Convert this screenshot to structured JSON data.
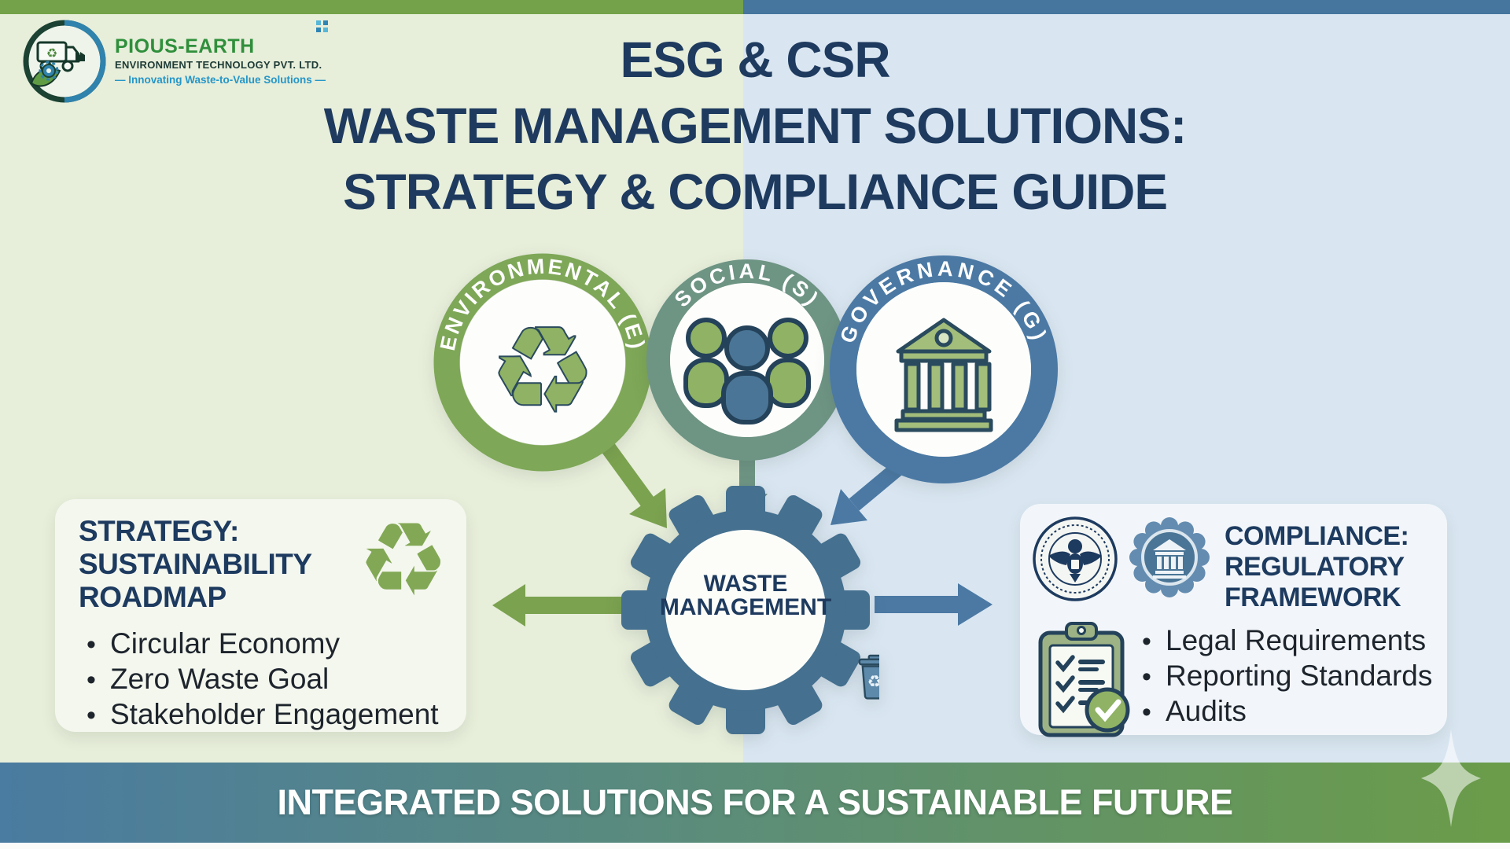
{
  "brand": {
    "name": "PIOUS-EARTH",
    "subtitle": "ENVIRONMENT TECHNOLOGY PVT. LTD.",
    "tagline": "— Innovating Waste-to-Value Solutions —"
  },
  "title": {
    "line1": "ESG & CSR",
    "line2": "WASTE MANAGEMENT SOLUTIONS:",
    "line3": "STRATEGY & COMPLIANCE GUIDE"
  },
  "esg": {
    "environmental": {
      "label": "ENVIRONMENTAL (E)",
      "icon": "recycle-icon",
      "ring_color": "#7ea757"
    },
    "social": {
      "label": "SOCIAL (S)",
      "icon": "people-icon",
      "ring_color": "#6e9484"
    },
    "governance": {
      "label": "GOVERNANCE (G)",
      "icon": "bank-icon",
      "ring_color": "#4b79a4"
    }
  },
  "hub": {
    "line1": "WASTE",
    "line2": "MANAGEMENT",
    "icons": [
      "trash-bin-icon",
      "compost-bin-icon",
      "recycle-loop-icon"
    ],
    "gear_color": "#45708f"
  },
  "strategy_box": {
    "heading1": "STRATEGY:",
    "heading2": "SUSTAINABILITY",
    "heading3": "ROADMAP",
    "bullets": [
      "Circular Economy",
      "Zero Waste Goal",
      "Stakeholder Engagement"
    ],
    "icon": "recycle-arrows-icon"
  },
  "compliance_box": {
    "heading1": "COMPLIANCE:",
    "heading2": "REGULATORY",
    "heading3": "FRAMEWORK",
    "bullets": [
      "Legal Requirements",
      "Reporting Standards",
      "Audits"
    ],
    "icons": [
      "official-seal-icon",
      "bank-badge-icon",
      "checklist-icon"
    ]
  },
  "banner": {
    "text": "INTEGRATED SOLUTIONS FOR A SUSTAINABLE FUTURE"
  },
  "glyphs": {
    "recycle": "♻"
  },
  "colors": {
    "top_strip_green": "#74a24b",
    "top_strip_blue": "#46759e",
    "bg_left": "#e7eeda",
    "bg_right": "#d9e6f1",
    "title_navy": "#1e3a5e",
    "environmental_green": "#7ea757",
    "social_teal": "#6e9484",
    "governance_blue": "#4b79a4",
    "gear_blue": "#45708f",
    "arrow_green": "#7ba24f",
    "arrow_blue": "#4b79a4",
    "banner_gradient_left": "#4a7ba0",
    "banner_gradient_right": "#6b9c49",
    "brand_green": "#2f8f3b",
    "brand_tagline_blue": "#2596c8"
  }
}
